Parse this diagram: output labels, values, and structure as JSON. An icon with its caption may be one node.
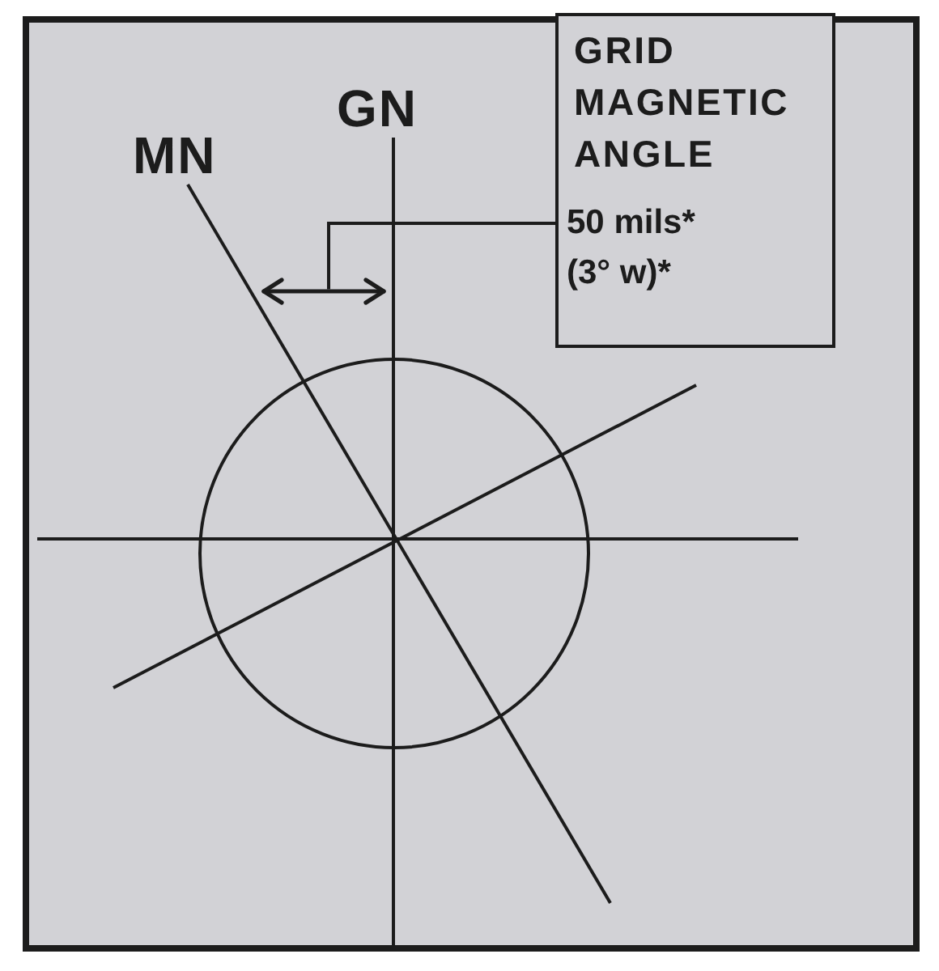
{
  "diagram": {
    "nodes": [
      {
        "text": [
          "GRID MAGNETIC ANGLE",
          "50 mils* (3° w)*"
        ]
      },
      {
        "text": [],
        "shape": "arrow"
      },
      {
        "text": [],
        "shape": "circle"
      }
    ],
    "edges": [
      {
        "from": 0,
        "to": 1,
        "arrow": "none"
      }
    ],
    "labels": [
      "GN",
      "MN"
    ]
  }
}
